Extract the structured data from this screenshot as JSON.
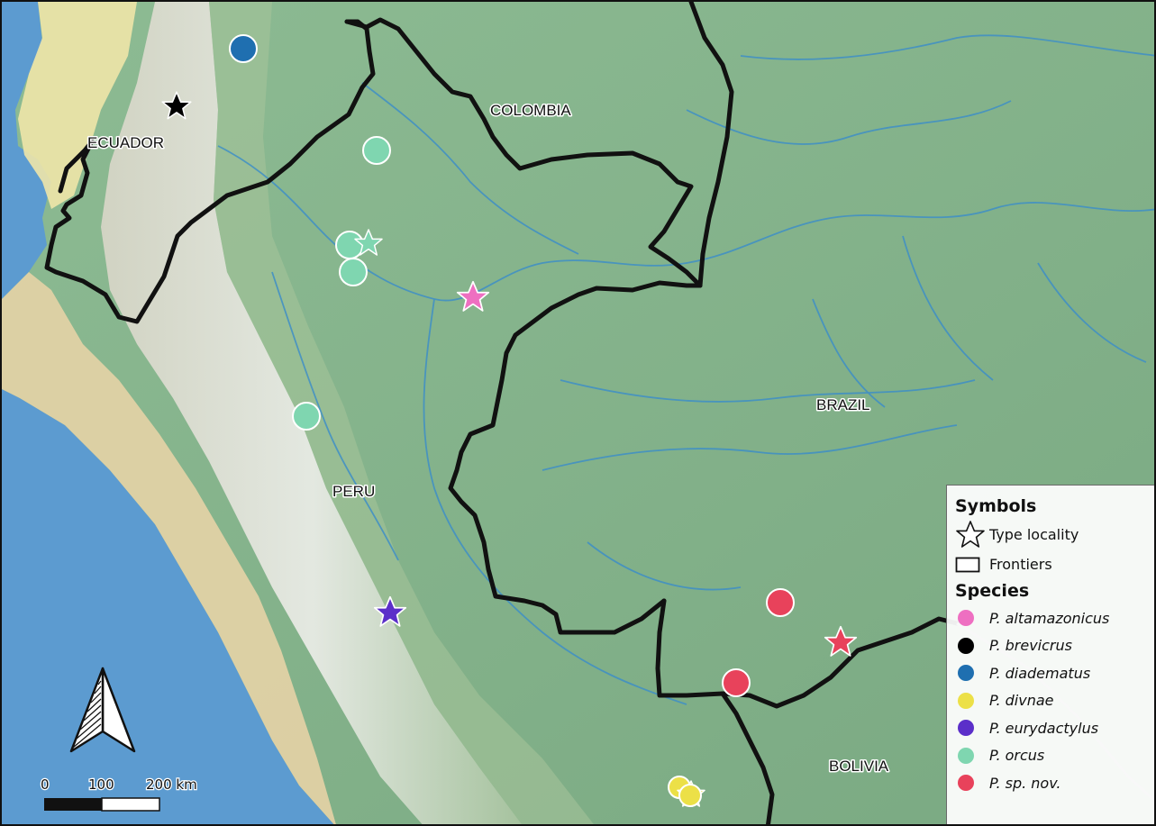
{
  "countries": [
    {
      "name": "ECUADOR"
    },
    {
      "name": "COLOMBIA"
    },
    {
      "name": "PERU"
    },
    {
      "name": "BRAZIL"
    },
    {
      "name": "BOLIVIA"
    }
  ],
  "scale_bar": {
    "labels": [
      "0",
      "100",
      "200 km"
    ]
  },
  "north_arrow": {
    "icon": "north-arrow-icon"
  },
  "legend": {
    "symbols_heading": "Symbols",
    "type_locality_label": "Type locality",
    "frontiers_label": "Frontiers",
    "species_heading": "Species",
    "species": [
      {
        "name": "P. altamazonicus",
        "color": "#ee6fc1"
      },
      {
        "name": "P. brevicrus",
        "color": "#000000"
      },
      {
        "name": "P. diadematus",
        "color": "#1f6fb0"
      },
      {
        "name": "P. divnae",
        "color": "#ece047"
      },
      {
        "name": "P. eurydactylus",
        "color": "#5b2fc9"
      },
      {
        "name": "P. orcus",
        "color": "#7fd6b0"
      },
      {
        "name": "P. sp. nov.",
        "color": "#e8425b"
      }
    ]
  },
  "colors": {
    "land": "#85b38c",
    "ocean": "#5c9bd0",
    "coastal_plain": "#e8d7aa",
    "frontier": "#111111",
    "river": "#3f8fc6"
  }
}
